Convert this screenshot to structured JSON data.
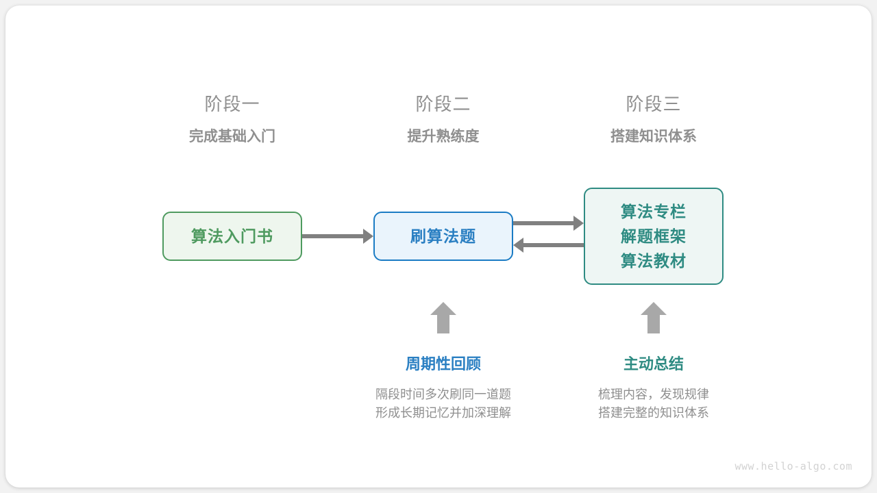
{
  "stages": [
    {
      "title": "阶段一",
      "subtitle": "完成基础入门"
    },
    {
      "title": "阶段二",
      "subtitle": "提升熟练度"
    },
    {
      "title": "阶段三",
      "subtitle": "搭建知识体系"
    }
  ],
  "nodes": {
    "book": {
      "label": "算法入门书",
      "color": "#4e9a5f",
      "fill": "#eef6ee"
    },
    "practice": {
      "label": "刷算法题",
      "color": "#2a7fc2",
      "fill": "#eaf4fc"
    },
    "system": {
      "lines": [
        "算法专栏",
        "解题框架",
        "算法教材"
      ],
      "color": "#2e8b82",
      "fill": "#eef6f4"
    }
  },
  "annotations": [
    {
      "title": "周期性回顾",
      "color": "#2a7fc2",
      "line1": "隔段时间多次刷同一道题",
      "line2": "形成长期记忆并加深理解"
    },
    {
      "title": "主动总结",
      "color": "#2e8b82",
      "line1": "梳理内容，发现规律",
      "line2": "搭建完整的知识体系"
    }
  ],
  "arrow_color": "#808080",
  "watermark": "www.hello-algo.com"
}
